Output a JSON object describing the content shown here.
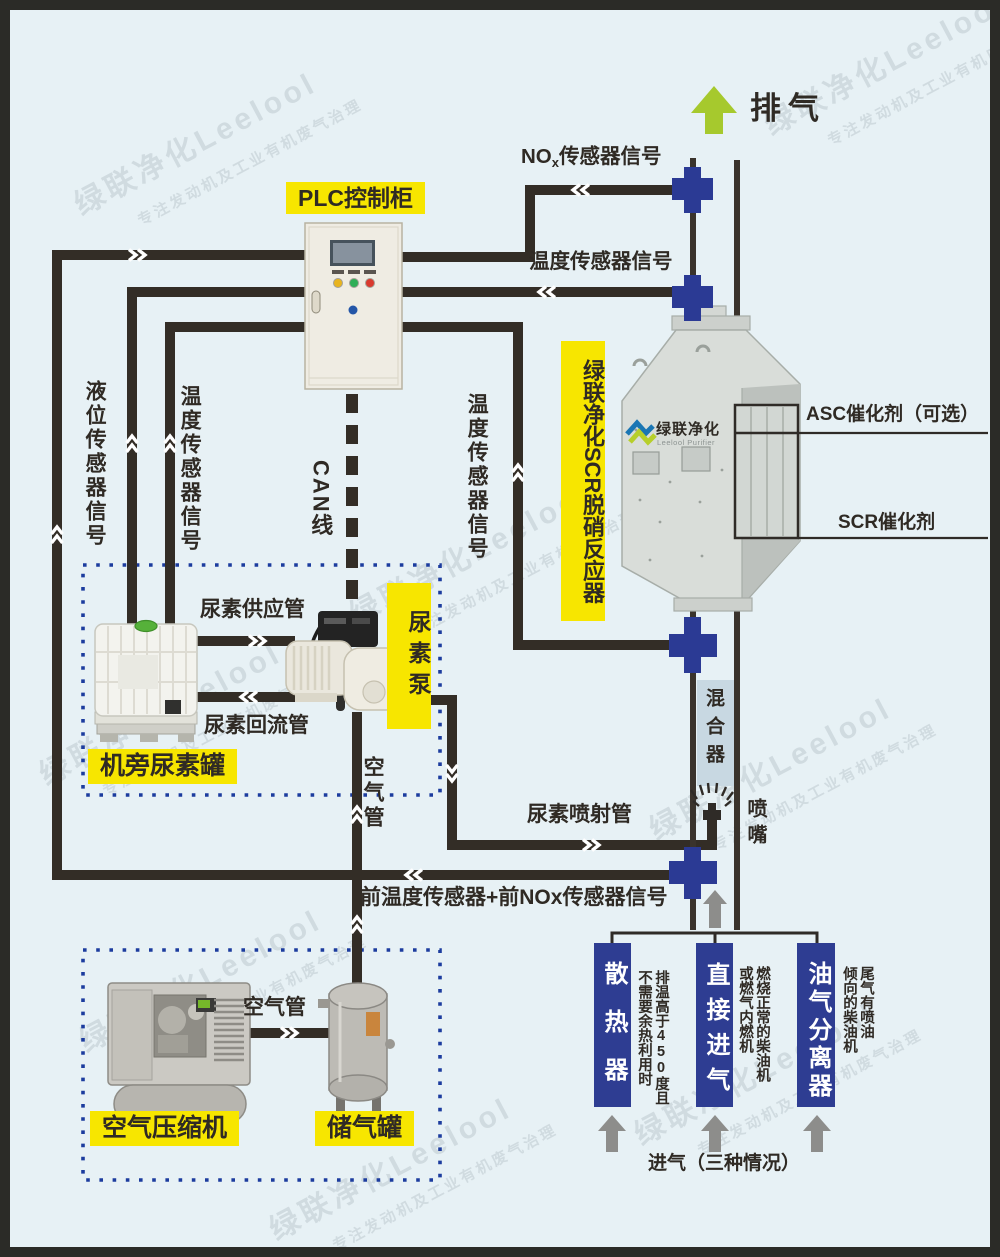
{
  "watermark": {
    "line1": "绿联净化Leelool",
    "line2": "专注发动机及工业有机废气治理"
  },
  "top": {
    "exhaust": "排气",
    "nox_prefix": "NO",
    "nox_sub": "x",
    "nox_suffix": "传感器信号",
    "temp_signal": "温度传感器信号"
  },
  "plc": {
    "label": "PLC控制柜"
  },
  "reactor": {
    "label": "绿联净化SCR脱硝反应器",
    "logo_cn": "绿联净化",
    "logo_en": "Leelool Purifier",
    "asc": "ASC催化剂（可选）",
    "scr": "SCR催化剂"
  },
  "duct": {
    "mixer": "混合器",
    "nozzle": "喷嘴"
  },
  "left_signals": {
    "level": "液位传感器信号",
    "temp": "温度传感器信号",
    "can": "CAN线",
    "temp_mid": "温度传感器信号"
  },
  "urea": {
    "supply": "尿素供应管",
    "ret": "尿素回流管",
    "pump": "尿素泵",
    "tank": "机旁尿素罐",
    "injection": "尿素喷射管",
    "air_pipe_v": "空气管"
  },
  "front_sensor": "前温度传感器+前NOx传感器信号",
  "air": {
    "compressor": "空气压缩机",
    "tank": "储气罐",
    "pipe": "空气管"
  },
  "intake": {
    "label": "进气（三种情况）",
    "sources": [
      {
        "name": "散热器",
        "note_col1": "排温高于450度且",
        "note_col2": "不需要余热利用时"
      },
      {
        "name": "直接进气",
        "note_col1": "燃烧正常的柴油机",
        "note_col2": "或燃气内燃机"
      },
      {
        "name": "油气分离器",
        "note_col1": "尾气有喷油",
        "note_col2": "倾向的柴油机"
      }
    ]
  },
  "colors": {
    "background": "#e7f1f5",
    "line_dark": "#332d26",
    "accent_yellow": "#f7e600",
    "connector_blue": "#2b3a94",
    "source_box_blue": "#2e3d92",
    "dotted_border_blue": "#1c3c9e",
    "exhaust_green": "#a6c92d",
    "intake_gray": "#8d8d8b",
    "mixer_fill": "#c8d8e2"
  }
}
